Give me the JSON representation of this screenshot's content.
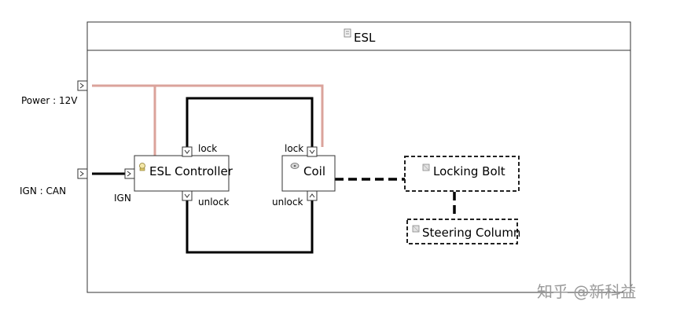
{
  "frame": {
    "title": "ESL",
    "icon": "package-icon"
  },
  "external_ports": [
    {
      "label": "Power : 12V"
    },
    {
      "label": "IGN : CAN"
    }
  ],
  "blocks": {
    "controller": {
      "label": "ESL Controller",
      "icon": "component-icon",
      "dashed": false
    },
    "coil": {
      "label": "Coil",
      "icon": "part-icon",
      "dashed": false
    },
    "locking_bolt": {
      "label": "Locking Bolt",
      "icon": "part-icon",
      "dashed": true
    },
    "steering_column": {
      "label": "Steering Column",
      "icon": "part-icon",
      "dashed": true
    }
  },
  "port_labels": {
    "controller_lock": "lock",
    "controller_unlock": "unlock",
    "controller_ign": "IGN",
    "coil_lock": "lock",
    "coil_unlock": "unlock"
  },
  "colors": {
    "power_line": "#dba39b",
    "signal_line": "#000000",
    "frame_border": "#333333"
  },
  "watermark": "知乎 @新科益"
}
